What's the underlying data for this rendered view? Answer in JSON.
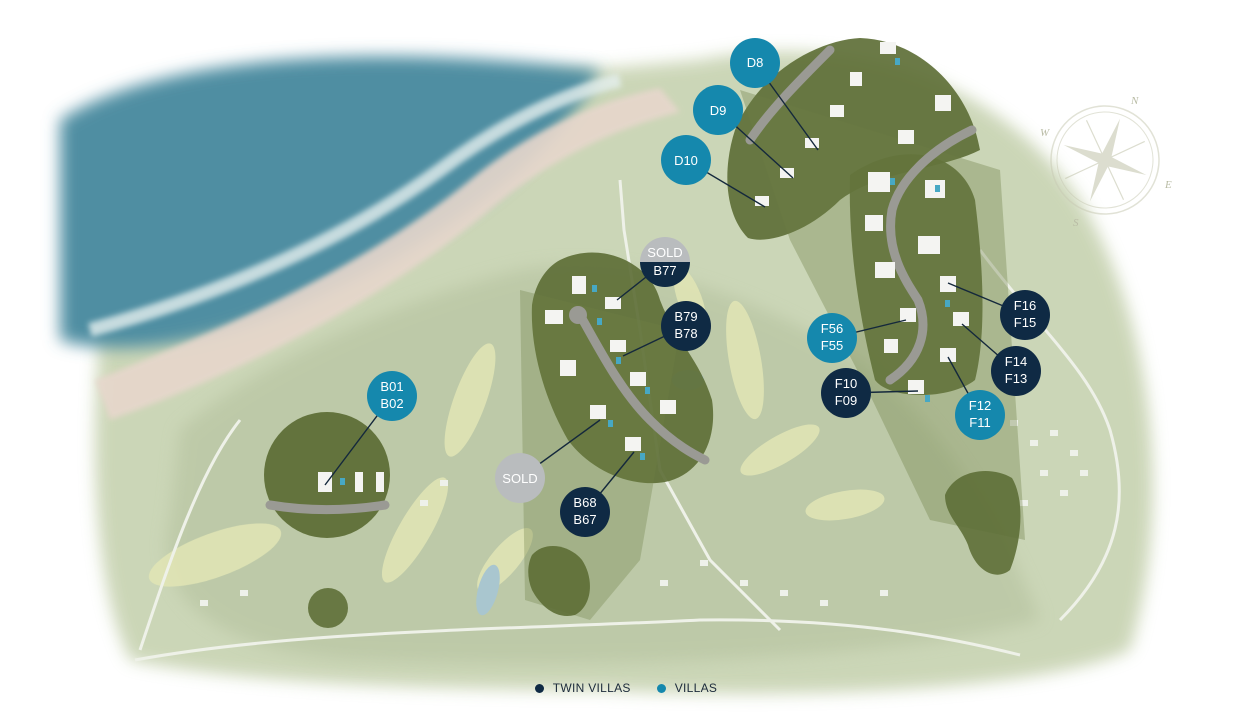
{
  "colors": {
    "twin_villas": "#0f2a44",
    "villas": "#1588ad",
    "sold": "#b9bcbe",
    "plot_fill": "#5e6f37",
    "terrain": "#c9d4b4",
    "sea": "#4f8ea2"
  },
  "markers": [
    {
      "id": "d8",
      "type": "villas",
      "lines": [
        "D8"
      ]
    },
    {
      "id": "d9",
      "type": "villas",
      "lines": [
        "D9"
      ]
    },
    {
      "id": "d10",
      "type": "villas",
      "lines": [
        "D10"
      ]
    },
    {
      "id": "b77",
      "type": "twin_villas",
      "sold": true,
      "lines": [
        "SOLD",
        "B77"
      ]
    },
    {
      "id": "b79-b78",
      "type": "twin_villas",
      "lines": [
        "B79",
        "B78"
      ]
    },
    {
      "id": "b01-b02",
      "type": "villas",
      "lines": [
        "B01",
        "B02"
      ]
    },
    {
      "id": "sold",
      "type": "sold",
      "lines": [
        "SOLD"
      ]
    },
    {
      "id": "b68-b67",
      "type": "twin_villas",
      "lines": [
        "B68",
        "B67"
      ]
    },
    {
      "id": "f16-f15",
      "type": "twin_villas",
      "lines": [
        "F16",
        "F15"
      ]
    },
    {
      "id": "f56-f55",
      "type": "villas",
      "lines": [
        "F56",
        "F55"
      ]
    },
    {
      "id": "f14-f13",
      "type": "twin_villas",
      "lines": [
        "F14",
        "F13"
      ]
    },
    {
      "id": "f10-f09",
      "type": "twin_villas",
      "lines": [
        "F10",
        "F09"
      ]
    },
    {
      "id": "f12-f11",
      "type": "villas",
      "lines": [
        "F12",
        "F11"
      ]
    }
  ],
  "compass": {
    "n": "N",
    "e": "E",
    "s": "S",
    "w": "W"
  },
  "legend": {
    "twin_villas_label": "TWIN VILLAS",
    "villas_label": "VILLAS"
  }
}
